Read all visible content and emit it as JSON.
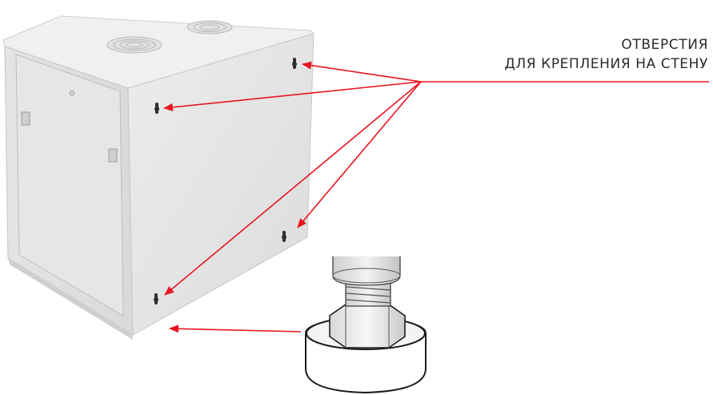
{
  "caption": {
    "line1": "ОТВЕРСТИЯ",
    "line2": "ДЛЯ КРЕПЛЕНИЯ НА СТЕНУ"
  },
  "colors": {
    "arrow": "#e8141e",
    "cabinet_front": "#e9e9e9",
    "cabinet_side": "#e2e2e2",
    "cabinet_top": "#f1f1f1",
    "caption_text": "#2b2b2b"
  },
  "callout_count": 5
}
